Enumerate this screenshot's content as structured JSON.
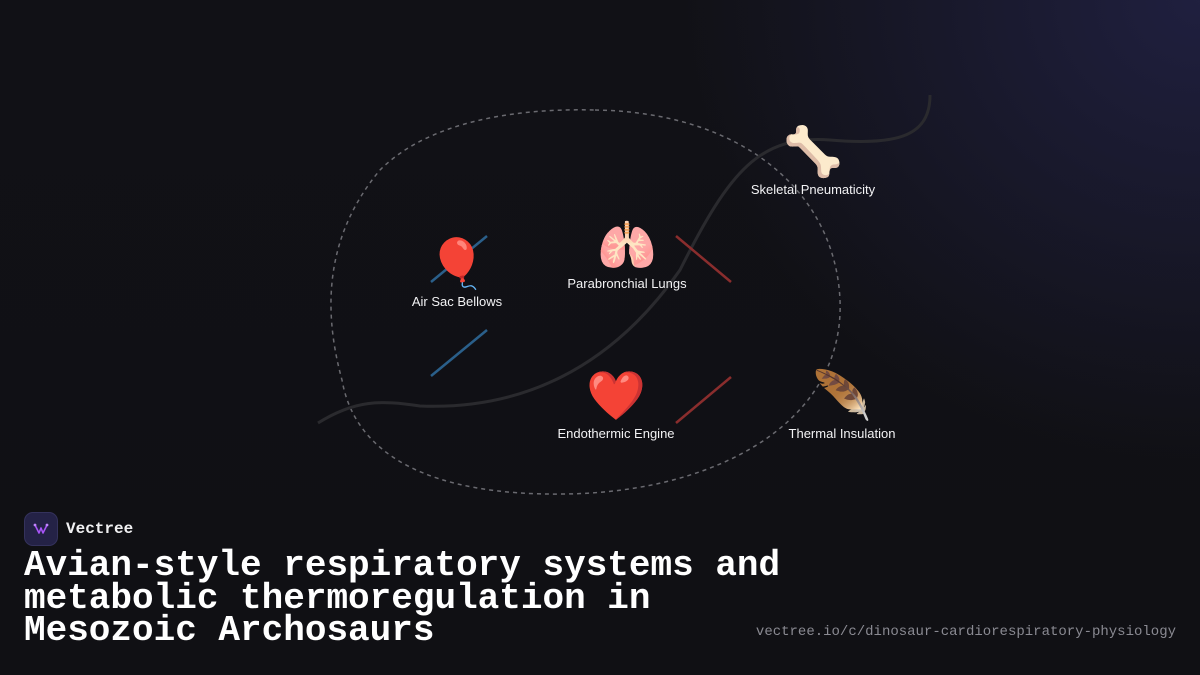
{
  "diagram": {
    "nodes": [
      {
        "id": "air-sac",
        "icon": "balloon-icon",
        "glyph": "🎈",
        "label": "Air Sac Bellows"
      },
      {
        "id": "lungs",
        "icon": "lungs-icon",
        "glyph": "🫁",
        "label": "Parabronchial Lungs"
      },
      {
        "id": "skeletal",
        "icon": "bone-icon",
        "glyph": "🦴",
        "label": "Skeletal Pneumaticity"
      },
      {
        "id": "heart",
        "icon": "heart-icon",
        "glyph": "❤️",
        "label": "Endothermic Engine"
      },
      {
        "id": "feather",
        "icon": "feather-icon",
        "glyph": "🪶",
        "label": "Thermal Insulation"
      }
    ],
    "colors": {
      "blue_connector": "#2a5f8a",
      "red_connector": "#8a2d2d",
      "dashed_outline": "#6a6a70",
      "curve": "#2a2a2e"
    }
  },
  "brand": {
    "name": "Vectree",
    "logo_icon": "vectree-logo-icon",
    "logo_color": "#a855f7"
  },
  "title": "Avian-style respiratory systems and metabolic thermoregulation in Mesozoic Archosaurs",
  "url": "vectree.io/c/dinosaur-cardiorespiratory-physiology"
}
